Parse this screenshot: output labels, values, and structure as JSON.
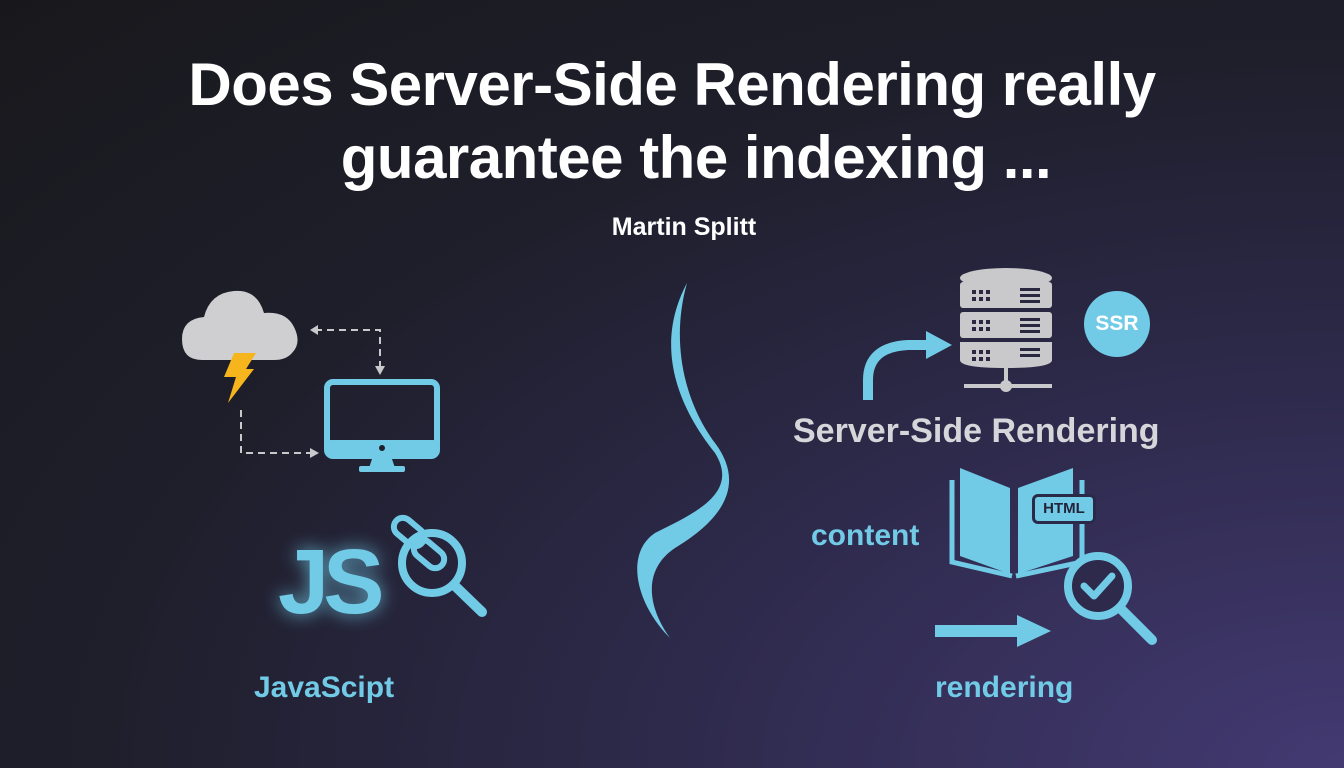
{
  "title": {
    "line1": "Does Server-Side Rendering really",
    "line2": "guarantee the indexing ..."
  },
  "author": "Martin Splitt",
  "left_panel": {
    "js_logo": "JS",
    "label": "JavaScipt"
  },
  "right_panel": {
    "ssr_badge": "SSR",
    "heading": "Server-Side Rendering",
    "html_tag": "HTML",
    "content_label": "content",
    "rendering_label": "rendering"
  },
  "colors": {
    "accent": "#72cbe6",
    "lightning": "#f6b51c",
    "cloud": "#cfcfd2",
    "server": "#c9c9cc"
  }
}
